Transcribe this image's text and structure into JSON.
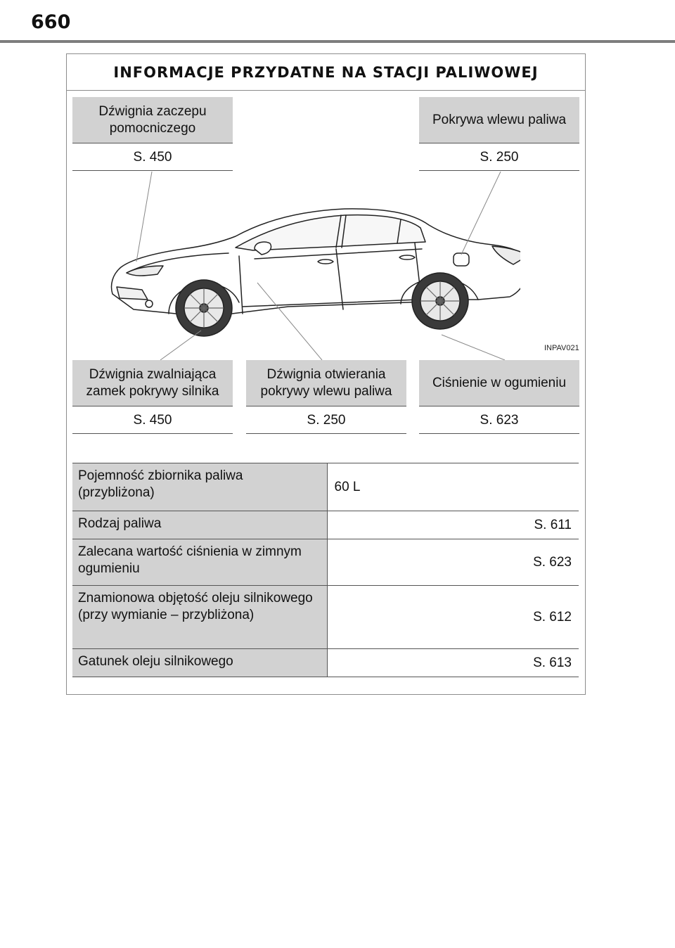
{
  "page": {
    "number": "660"
  },
  "section": {
    "title": "INFORMACJE PRZYDATNE NA STACJI PALIWOWEJ"
  },
  "figure": {
    "code": "INPAV021"
  },
  "callouts": [
    {
      "label": "Dźwignia zaczepu pomocniczego",
      "ref": "S. 450"
    },
    {
      "label": "Pokrywa wlewu paliwa",
      "ref": "S. 250"
    },
    {
      "label": "Dźwignia zwalniająca zamek pokrywy silnika",
      "ref": "S. 450"
    },
    {
      "label": "Dźwignia otwierania pokrywy wlewu paliwa",
      "ref": "S. 250"
    },
    {
      "label": "Ciśnienie w ogumieniu",
      "ref": "S. 623"
    }
  ],
  "specs": [
    {
      "label": "Pojemność zbiornika paliwa (przybliżona)",
      "value": "60 L"
    },
    {
      "label": "Rodzaj paliwa",
      "value": "S. 611"
    },
    {
      "label": "Zalecana wartość ciśnienia w zimnym ogumieniu",
      "value": "S. 623"
    },
    {
      "label": "Znamionowa objętość oleju silnikowego (przy wymianie – przybliżona)",
      "value": "S. 612"
    },
    {
      "label": "Gatunek oleju silnikowego",
      "value": "S. 613"
    }
  ]
}
